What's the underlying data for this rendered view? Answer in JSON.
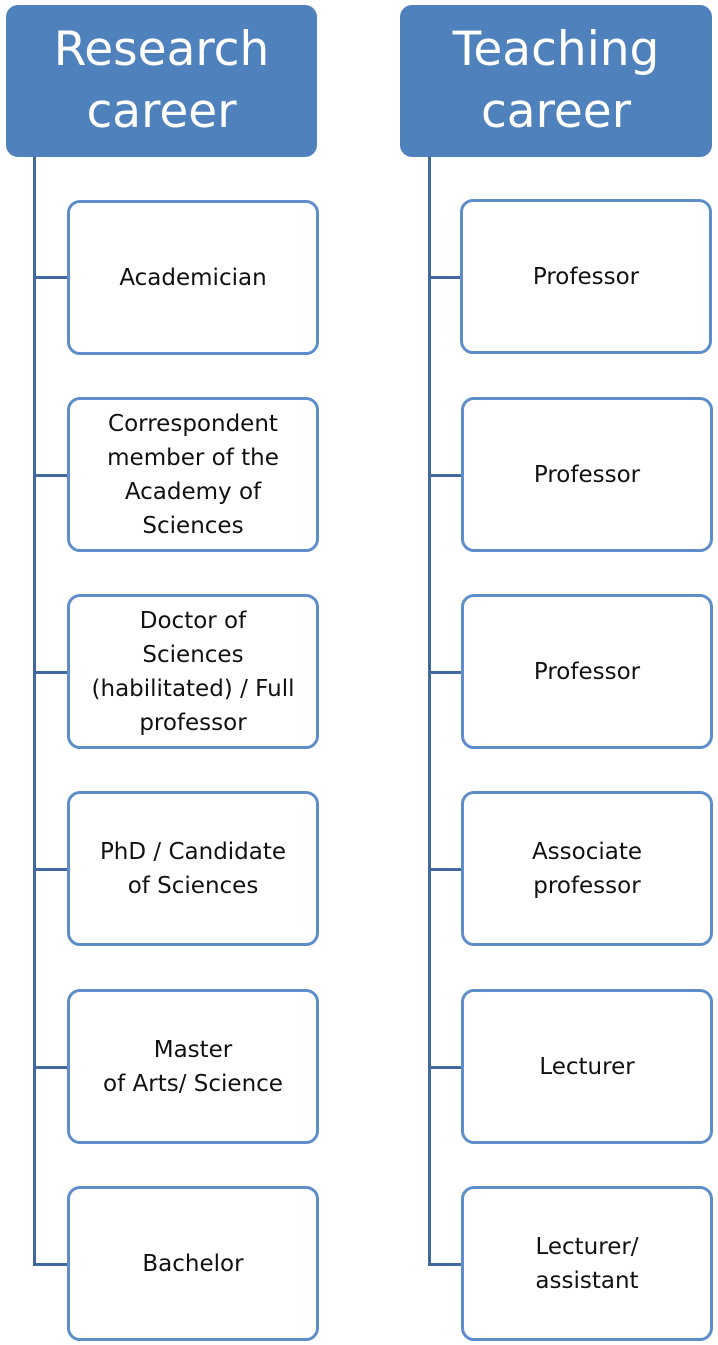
{
  "diagram": {
    "columns": [
      {
        "id": "research",
        "title": "Research\ncareer",
        "items": [
          "Academician",
          "Correspondent\nmember of the\nAcademy of\nSciences",
          "Doctor of\nSciences\n(habilitated) / Full\nprofessor",
          "PhD  / Candidate\nof Sciences",
          "Master\nof Arts/ Science",
          "Bachelor"
        ]
      },
      {
        "id": "teaching",
        "title": "Teaching\ncareer",
        "items": [
          "Professor",
          "Professor",
          "Professor",
          "Associate\nprofessor",
          "Lecturer",
          "Lecturer/\nassistant"
        ]
      }
    ],
    "colors": {
      "header_fill": "#4f81bd",
      "header_text": "#ffffff",
      "box_border": "#5d8ec9",
      "connector": "#41699e",
      "text": "#111111"
    }
  }
}
